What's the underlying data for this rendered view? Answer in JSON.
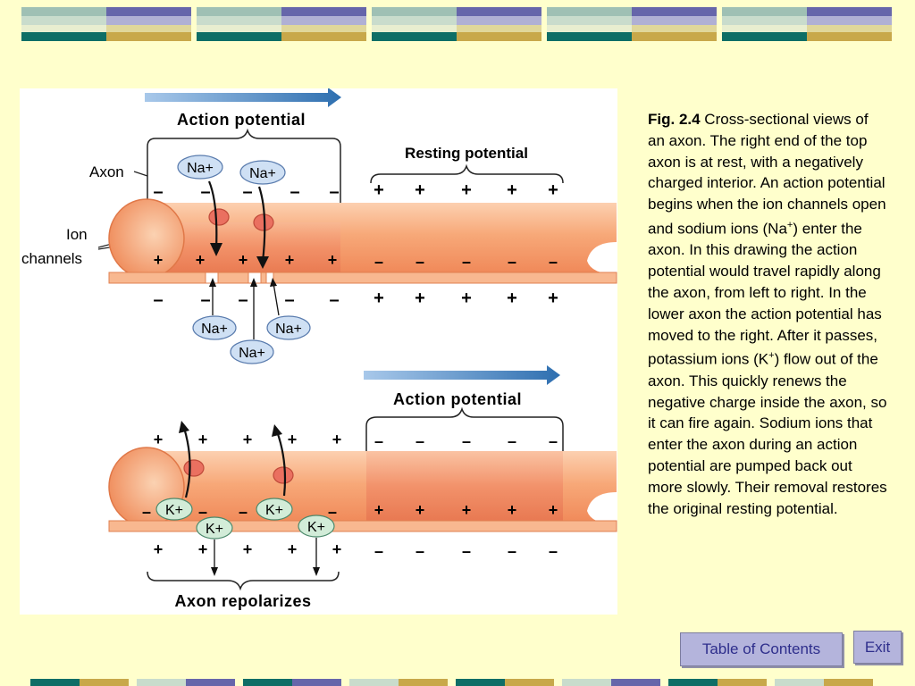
{
  "diagram": {
    "top_axon": {
      "action_potential_label": "Action potential",
      "resting_potential_label": "Resting potential",
      "axon_label": "Axon",
      "ion_channels_label_1": "Ion",
      "ion_channels_label_2": "channels",
      "sodium_ion_label": "Na+"
    },
    "bottom_axon": {
      "action_potential_label": "Action potential",
      "repolarizes_label": "Axon repolarizes",
      "potassium_ion_label": "K+"
    },
    "charge_plus": "+",
    "charge_minus": "–"
  },
  "caption": {
    "fig_label": "Fig. 2.4",
    "text_1": " Cross-sectional views of an axon. The right end of the top axon is at rest, with a negatively charged interior. An action potential begins when the ion channels open and sodium ions (Na",
    "sup_1": "+",
    "text_2": ") enter the axon. In this drawing the action potential would travel rapidly along the axon, from left to right. In the lower axon the action potential has moved to the right. After it passes, potassium ions (K",
    "sup_2": "+",
    "text_3": ") flow out of the axon. This quickly renews the negative charge inside the axon, so it can fire again. Sodium ions that enter the axon during an action potential are pumped back out more slowly. Their removal restores the original resting potential."
  },
  "nav": {
    "toc_label": "Table of Contents",
    "exit_label": "Exit"
  },
  "colors": {
    "background": "#ffffcc",
    "button": "#b4b4dc",
    "axon": "#f5a070",
    "arrow": "#2e6fb0"
  }
}
